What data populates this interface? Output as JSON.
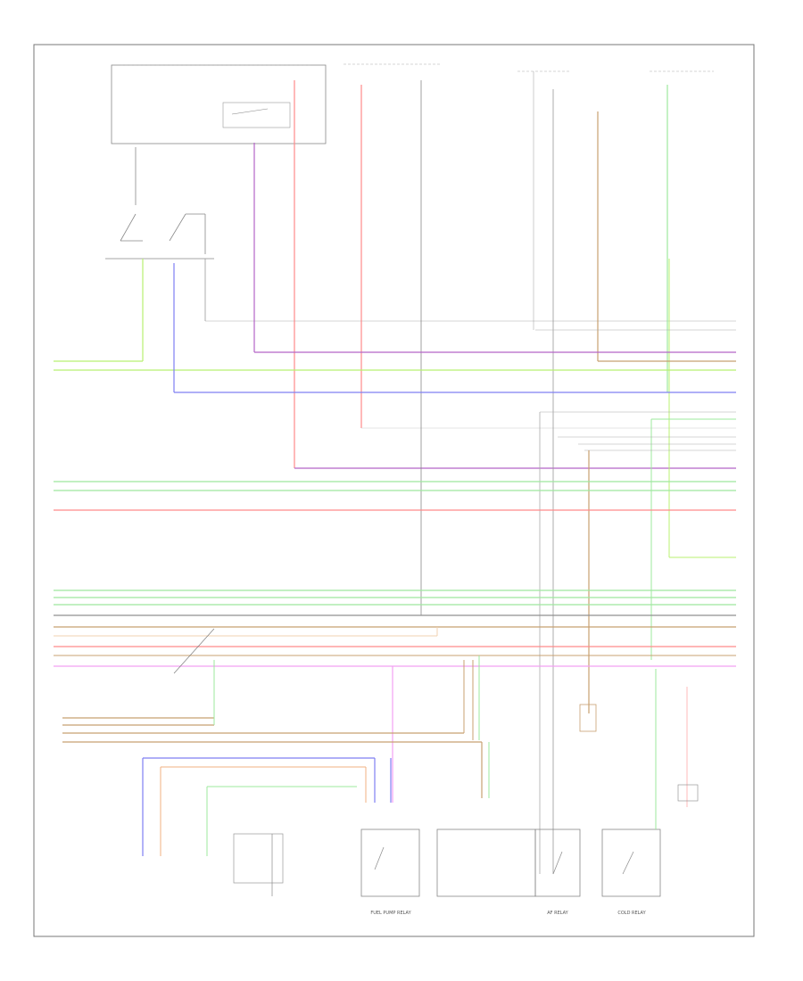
{
  "diagram": {
    "footer_code": "",
    "labels": {
      "fuel_pump_relay": "FUEL PUMP RELAY",
      "af_relay": "AF RELAY",
      "cold_relay": "COLD RELAY"
    },
    "colors": {
      "red": "#ff8a8a",
      "green": "#9ee89e",
      "lime": "#b8f070",
      "blue": "#7f7ff2",
      "purple": "#b565c8",
      "tan": "#c8a070",
      "gray": "#909090",
      "pink": "#f2a0f2",
      "orange": "#f0b080",
      "black": "#555555"
    }
  }
}
